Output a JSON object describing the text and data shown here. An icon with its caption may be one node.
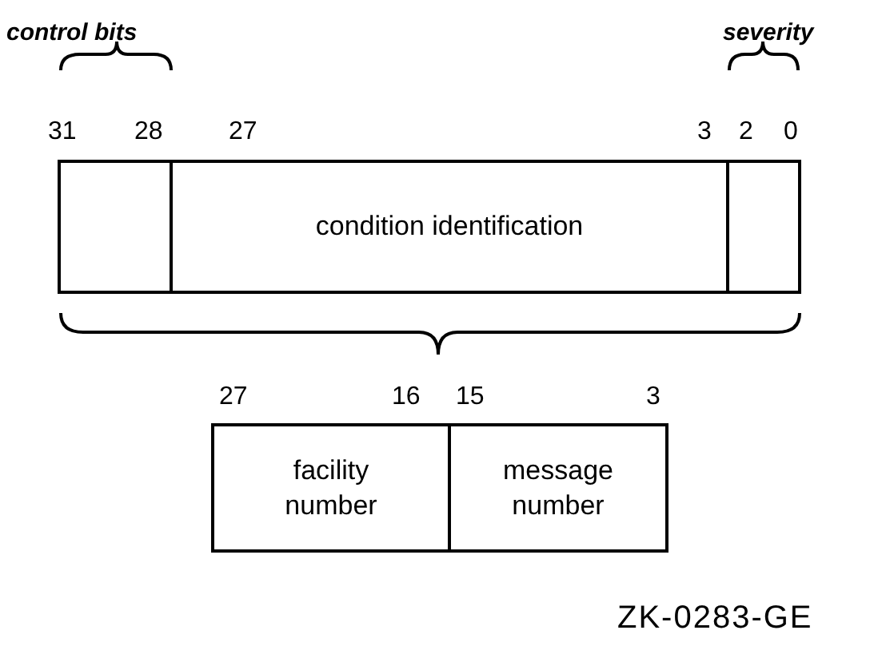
{
  "diagram": {
    "nodes": [
      {
        "text": [],
        "shape": "box"
      },
      {
        "text": [
          "condition identification"
        ]
      },
      {
        "text": [],
        "shape": "box"
      },
      {
        "text": [
          "facility number"
        ]
      },
      {
        "text": [
          "message number"
        ]
      }
    ],
    "edges": [],
    "labels": [
      "control bits",
      "severity",
      "31",
      "28",
      "27",
      "3",
      "2",
      "0",
      "27",
      "16",
      "15",
      "3",
      "ZK-0283-GE"
    ]
  }
}
